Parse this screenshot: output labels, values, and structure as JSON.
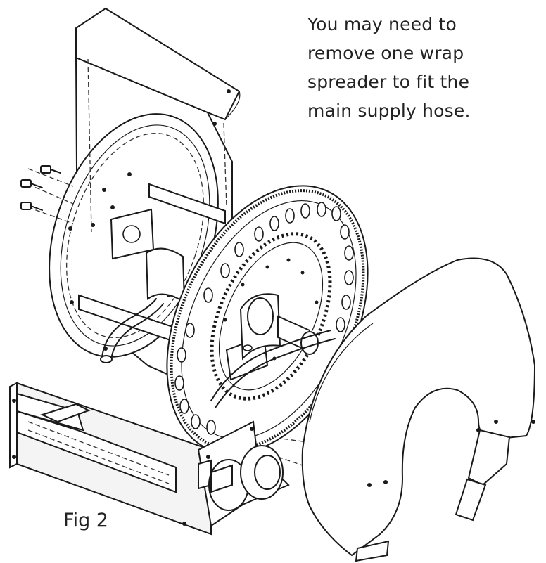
{
  "note": {
    "lines": [
      "You may need to",
      "remove one wrap",
      "spreader to fit the",
      "main supply hose."
    ]
  },
  "figure": {
    "label": "Fig 2"
  }
}
